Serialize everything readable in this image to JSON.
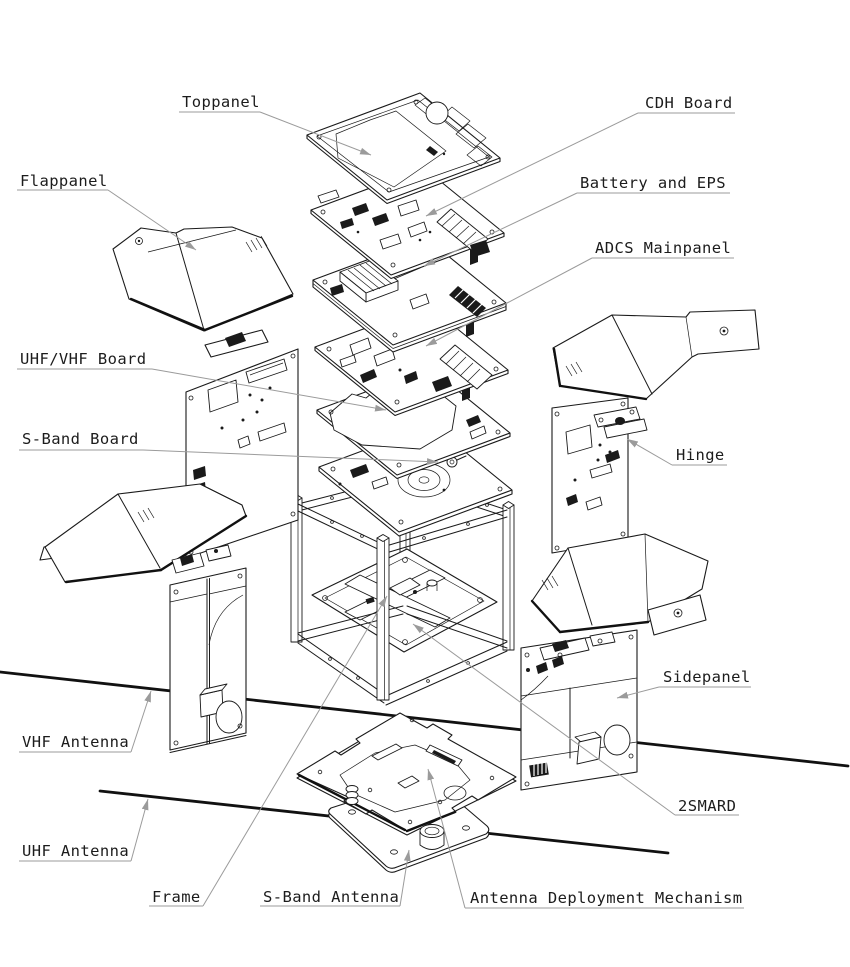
{
  "diagram": {
    "type": "exploded-view technical drawing",
    "subject": "CubeSat assembly",
    "colors": {
      "line": "#1a1a1a",
      "leader": "#9b9b9b",
      "background": "#ffffff"
    },
    "labels": {
      "toppanel": "Toppanel",
      "cdh_board": "CDH Board",
      "flappanel": "Flappanel",
      "battery_eps": "Battery and EPS",
      "adcs_mainpanel": "ADCS Mainpanel",
      "uhf_vhf_board": "UHF/VHF Board",
      "s_band_board": "S-Band Board",
      "hinge": "Hinge",
      "sidepanel": "Sidepanel",
      "vhf_antenna": "VHF Antenna",
      "smard2": "2SMARD",
      "uhf_antenna": "UHF Antenna",
      "frame": "Frame",
      "s_band_antenna": "S-Band Antenna",
      "antenna_deployment_mechanism": "Antenna Deployment Mechanism"
    }
  }
}
